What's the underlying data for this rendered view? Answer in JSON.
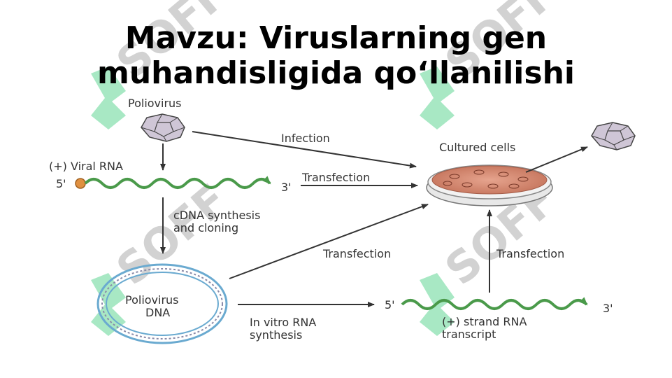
{
  "slide": {
    "title_line1": "Mavzu: Viruslarning gen",
    "title_line2": "muhandisligida qo‘llanilishi"
  },
  "diagram": {
    "poliovirus": "Poliovirus",
    "infection": "Infection",
    "cultured_cells": "Cultured cells",
    "viral_rna": "(+) Viral RNA",
    "five_prime": "5'",
    "three_prime": "3'",
    "transfection": "Transfection",
    "cdna_line1": "cDNA synthesis",
    "cdna_line2": "and cloning",
    "poliovirus_dna_line1": "Poliovirus",
    "poliovirus_dna_line2": "DNA",
    "in_vitro_line1": "In vitro RNA",
    "in_vitro_line2": "synthesis",
    "strand_line1": "(+) strand RNA",
    "strand_line2": "transcript"
  },
  "watermark": {
    "text": "SOFF"
  },
  "colors": {
    "rna_green": "#4a9a4a",
    "arrow": "#333333",
    "dish_red": "#d98a72",
    "watermark_green": "#8be0b0",
    "watermark_gray": "#d2d2d2"
  }
}
